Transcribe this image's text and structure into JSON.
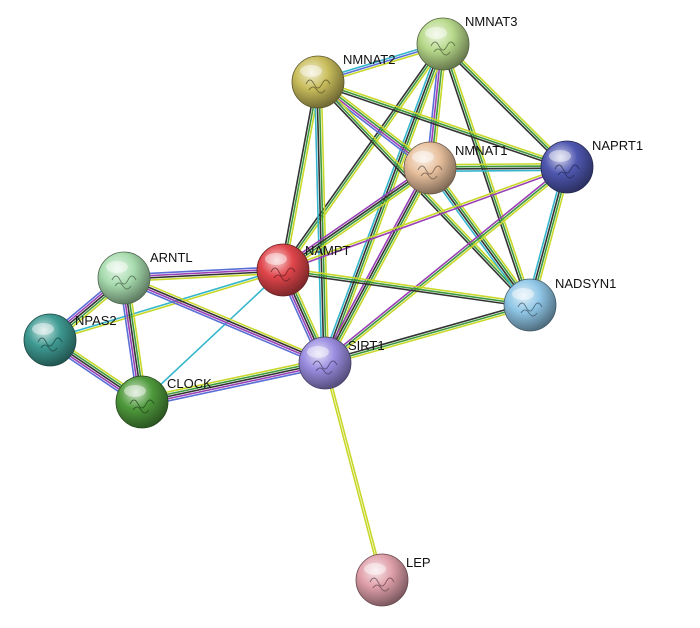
{
  "network": {
    "nodes": [
      {
        "id": "NMNAT3",
        "label": "NMNAT3",
        "color": "#b7d98a"
      },
      {
        "id": "NMNAT2",
        "label": "NMNAT2",
        "color": "#c9bd5c"
      },
      {
        "id": "NMNAT1",
        "label": "NMNAT1",
        "color": "#e7bf9c"
      },
      {
        "id": "NAPRT1",
        "label": "NAPRT1",
        "color": "#4f57b0"
      },
      {
        "id": "NAMPT",
        "label": "NAMPT",
        "color": "#e0454a"
      },
      {
        "id": "ARNTL",
        "label": "ARNTL",
        "color": "#a8dcae"
      },
      {
        "id": "NADSYN1",
        "label": "NADSYN1",
        "color": "#8fc6e6"
      },
      {
        "id": "NPAS2",
        "label": "NPAS2",
        "color": "#3e9a92"
      },
      {
        "id": "SIRT1",
        "label": "SIRT1",
        "color": "#9a8ce0"
      },
      {
        "id": "CLOCK",
        "label": "CLOCK",
        "color": "#4f9a3c"
      },
      {
        "id": "LEP",
        "label": "LEP",
        "color": "#e0a0aa"
      }
    ],
    "edges": [
      {
        "source": "NMNAT3",
        "target": "NMNAT2",
        "types": [
          "lime",
          "blue",
          "cyan"
        ]
      },
      {
        "source": "NMNAT3",
        "target": "NMNAT1",
        "types": [
          "lime",
          "green",
          "purple",
          "blue"
        ]
      },
      {
        "source": "NMNAT3",
        "target": "NAPRT1",
        "types": [
          "lime",
          "green",
          "black"
        ]
      },
      {
        "source": "NMNAT3",
        "target": "NAMPT",
        "types": [
          "lime",
          "green",
          "black"
        ]
      },
      {
        "source": "NMNAT3",
        "target": "NADSYN1",
        "types": [
          "lime",
          "green",
          "black"
        ]
      },
      {
        "source": "NMNAT3",
        "target": "SIRT1",
        "types": [
          "lime",
          "green",
          "black",
          "cyan"
        ]
      },
      {
        "source": "NMNAT2",
        "target": "NMNAT1",
        "types": [
          "lime",
          "green",
          "purple",
          "blue"
        ]
      },
      {
        "source": "NMNAT2",
        "target": "NAPRT1",
        "types": [
          "lime",
          "green",
          "black"
        ]
      },
      {
        "source": "NMNAT2",
        "target": "NAMPT",
        "types": [
          "lime",
          "green",
          "black"
        ]
      },
      {
        "source": "NMNAT2",
        "target": "NADSYN1",
        "types": [
          "lime",
          "green",
          "black"
        ]
      },
      {
        "source": "NMNAT2",
        "target": "SIRT1",
        "types": [
          "lime",
          "green",
          "black",
          "cyan"
        ]
      },
      {
        "source": "NMNAT1",
        "target": "NAPRT1",
        "types": [
          "lime",
          "green",
          "black",
          "cyan"
        ]
      },
      {
        "source": "NMNAT1",
        "target": "NAMPT",
        "types": [
          "lime",
          "green",
          "black",
          "purple"
        ]
      },
      {
        "source": "NMNAT1",
        "target": "NADSYN1",
        "types": [
          "lime",
          "green",
          "black",
          "cyan"
        ]
      },
      {
        "source": "NMNAT1",
        "target": "SIRT1",
        "types": [
          "lime",
          "green",
          "black",
          "purple"
        ]
      },
      {
        "source": "NAPRT1",
        "target": "NAMPT",
        "types": [
          "purple",
          "lime"
        ]
      },
      {
        "source": "NAPRT1",
        "target": "NADSYN1",
        "types": [
          "lime",
          "green",
          "black",
          "cyan"
        ]
      },
      {
        "source": "NAPRT1",
        "target": "SIRT1",
        "types": [
          "lime",
          "green",
          "purple"
        ]
      },
      {
        "source": "NAMPT",
        "target": "NADSYN1",
        "types": [
          "lime",
          "green",
          "black"
        ]
      },
      {
        "source": "NAMPT",
        "target": "SIRT1",
        "types": [
          "lime",
          "green",
          "black",
          "purple",
          "blue"
        ]
      },
      {
        "source": "NAMPT",
        "target": "ARNTL",
        "types": [
          "lime",
          "black",
          "purple",
          "blue"
        ]
      },
      {
        "source": "NAMPT",
        "target": "NPAS2",
        "types": [
          "lime",
          "cyan"
        ]
      },
      {
        "source": "NAMPT",
        "target": "CLOCK",
        "types": [
          "cyan"
        ]
      },
      {
        "source": "NADSYN1",
        "target": "SIRT1",
        "types": [
          "lime",
          "green",
          "black"
        ]
      },
      {
        "source": "ARNTL",
        "target": "NPAS2",
        "types": [
          "lime",
          "green",
          "black",
          "purple",
          "blue"
        ]
      },
      {
        "source": "ARNTL",
        "target": "CLOCK",
        "types": [
          "lime",
          "green",
          "black",
          "purple",
          "blue"
        ]
      },
      {
        "source": "ARNTL",
        "target": "SIRT1",
        "types": [
          "lime",
          "black",
          "purple",
          "blue"
        ]
      },
      {
        "source": "NPAS2",
        "target": "CLOCK",
        "types": [
          "lime",
          "green",
          "black",
          "purple",
          "blue"
        ]
      },
      {
        "source": "CLOCK",
        "target": "SIRT1",
        "types": [
          "lime",
          "green",
          "black",
          "purple",
          "blue"
        ]
      },
      {
        "source": "SIRT1",
        "target": "LEP",
        "types": [
          "lime",
          "lime"
        ]
      }
    ],
    "edge_colors": {
      "lime": "#c8d82a",
      "green": "#3e9a3e",
      "black": "#333333",
      "purple": "#9a3fb5",
      "blue": "#5a6fd6",
      "cyan": "#35b6cc"
    }
  }
}
